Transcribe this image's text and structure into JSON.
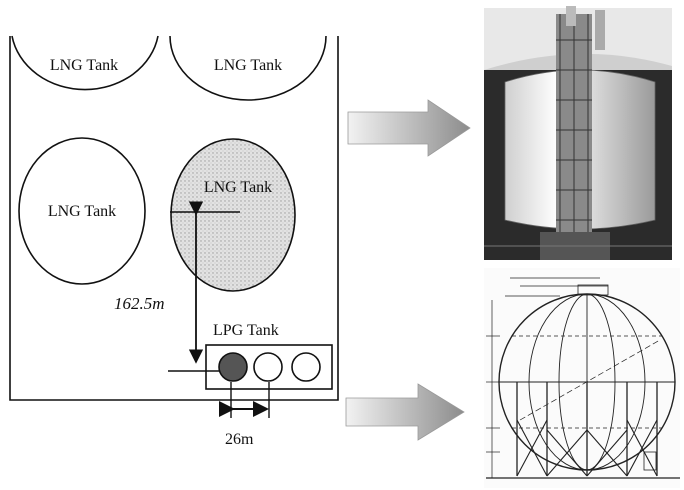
{
  "labels": {
    "lng_tank": "LNG Tank",
    "lpg_tank": "LPG Tank",
    "distance": "162.5m",
    "spacing": "26m"
  },
  "colors": {
    "line": "#111111",
    "shaded_tank": "#d9d9d9",
    "arrow_fill": "#bdbdbd",
    "photo_dark": "#2b2b2b",
    "photo_tank": "#f2f2f2"
  },
  "icons": {
    "photo": "lng-tank-photo",
    "drawing": "lpg-sphere-elevation-drawing",
    "arrow": "block-arrow-right"
  }
}
